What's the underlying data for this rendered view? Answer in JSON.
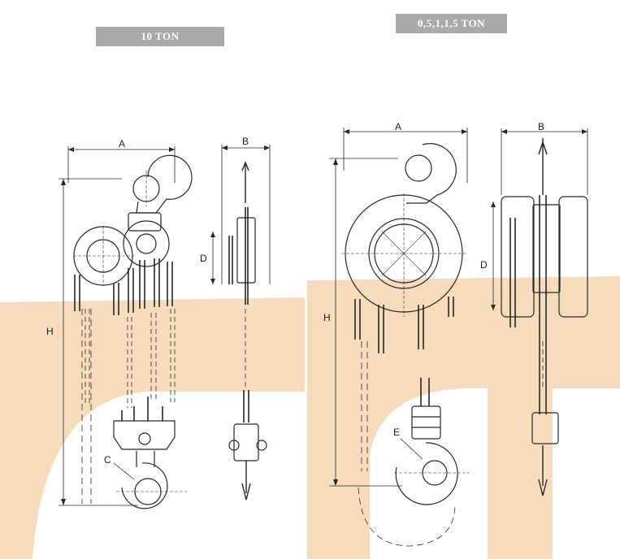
{
  "header": {
    "left_badge": "10 TON",
    "right_badge": "0,5,1,1,5 TON"
  },
  "dimensions": {
    "left_front": {
      "width": "A",
      "height": "H",
      "hook_gap": "C"
    },
    "left_side": {
      "width": "B",
      "chain": "D"
    },
    "right_front": {
      "width": "A",
      "height": "H",
      "hook_gap": "E"
    },
    "right_side": {
      "width": "B",
      "chain": "D"
    }
  },
  "colors": {
    "background": "#ffffff",
    "accent_band": "#f6dcbc",
    "badge": "#a9a9ab",
    "line": "#262626"
  }
}
